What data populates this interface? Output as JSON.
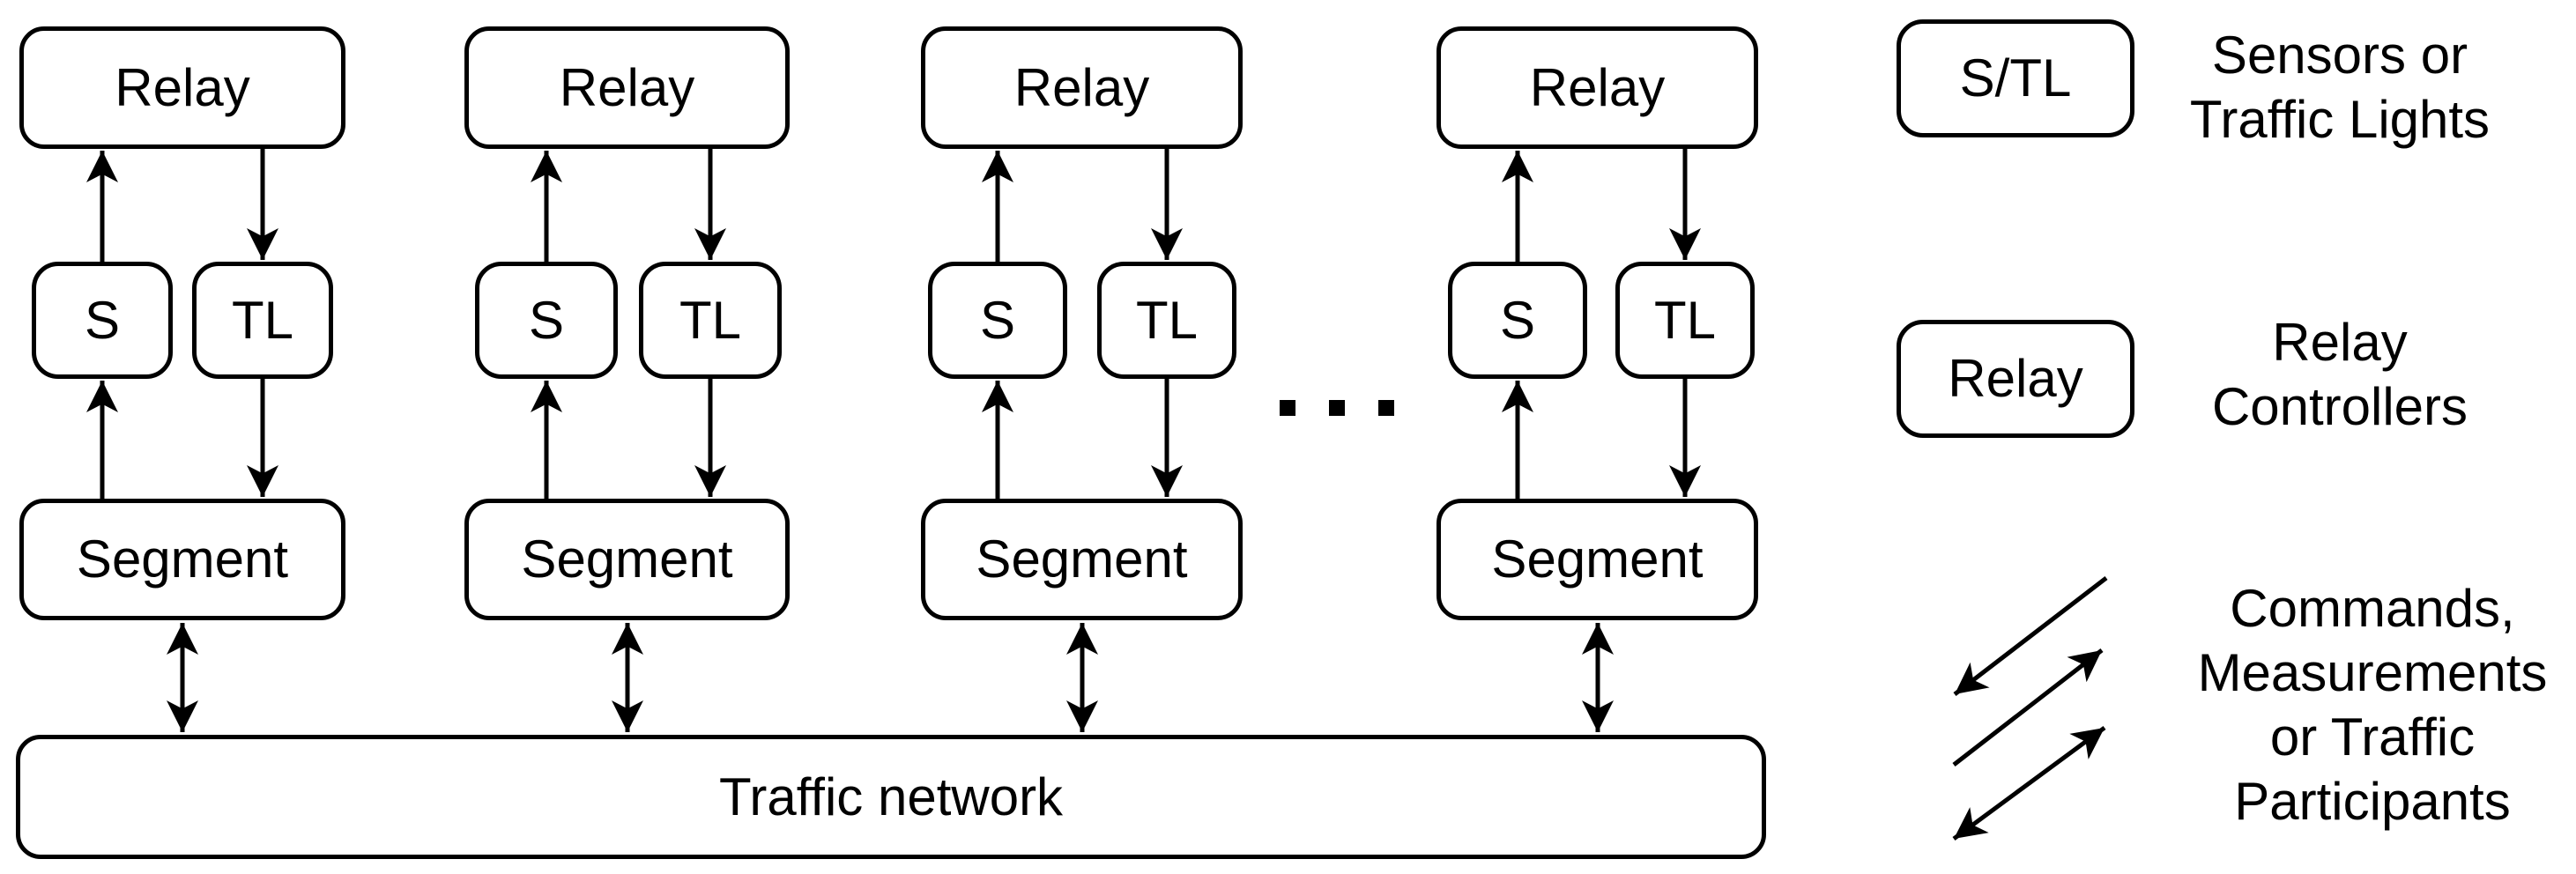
{
  "diagram": {
    "columns": [
      {
        "relay_label": "Relay",
        "sensor_label": "S",
        "traffic_light_label": "TL",
        "segment_label": "Segment"
      },
      {
        "relay_label": "Relay",
        "sensor_label": "S",
        "traffic_light_label": "TL",
        "segment_label": "Segment"
      },
      {
        "relay_label": "Relay",
        "sensor_label": "S",
        "traffic_light_label": "TL",
        "segment_label": "Segment"
      },
      {
        "relay_label": "Relay",
        "sensor_label": "S",
        "traffic_light_label": "TL",
        "segment_label": "Segment"
      }
    ],
    "traffic_network_label": "Traffic network"
  },
  "legend": {
    "sensors": {
      "symbol": "S/TL",
      "line1": "Sensors or",
      "line2": "Traffic Lights"
    },
    "relay": {
      "symbol": "Relay",
      "line1": "Relay",
      "line2": "Controllers"
    },
    "flows": {
      "line1": "Commands,",
      "line2": "Measurements",
      "line3": "or Traffic",
      "line4": "Participants"
    }
  },
  "colors": {
    "ink": "#000000",
    "background": "#ffffff"
  }
}
